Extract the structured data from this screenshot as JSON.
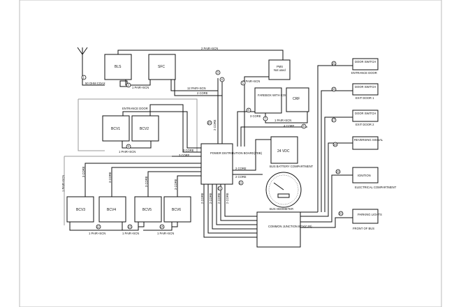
{
  "labels": {
    "bls": "BLS",
    "sfc": "SFC",
    "pms": "PMS",
    "pms_note": "Not used",
    "coax": "50 OHM COAX",
    "pair_scn_top": "2 PAIR+SCN",
    "pair_scn_bls": "1 PAIR+SCN",
    "pair_scn_12": "12 PAIR+SCN",
    "core_2a": "2 CORE",
    "pair_scn_3": "3 PAIR+SCN",
    "farebox": "FAREBOX WITH COIN BOX",
    "crf": "CRF",
    "core_3a": "3 CORE",
    "pair_scn_crf": "1 PAIR+SCN",
    "core_4": "4 CORE",
    "entrance_door": "ENTRANCE DOOR",
    "bcv1": "BCV1",
    "bcv2": "BCV2",
    "pair_scn_bcv": "1 PAIR+SCN",
    "core_3b": "3 CORE",
    "core_3c": "3 CORE",
    "pdb": "POWER DISTRIBUTION BOARD(PDB)",
    "vdc24": "24 VDC",
    "battery": "BUS BATTERY COMPARTMENT",
    "core_2b": "2 CORE",
    "core_2c": "2 CORE",
    "odometer": "BUS ODOMETER",
    "pair_scn_left": "1 PAIR+SCN",
    "bcv3": "BCV3",
    "bcv4": "BCV4",
    "bcv5": "BCV5",
    "bcv6": "BCV6",
    "core_3d": "3 CORE",
    "core_3e": "3 CORE",
    "core_3f": "3 CORE",
    "core_3g": "3 CORE",
    "pair_scn_b1": "1 PAIR+SCN",
    "pair_scn_b2": "1 PAIR+SCN",
    "pair_scn_b3": "1 PAIR+SCN",
    "cjb": "COMMON JUNCTION BOX(CJB)",
    "door_switch": "DOOR SWITCH",
    "entrance_door_r": "ENTRANCE DOOR",
    "exit_door_1": "EXIT DOOR 1",
    "exit_door_2": "EXIT DOOR 2",
    "reversing": "REVERSING SIGNAL",
    "ignition": "IGNITION",
    "elec_comp": "ELECTRICAL COMPARTMENT",
    "parking": "PARKING LIGHTS",
    "front_bus": "FRONT OF BUS",
    "vert_2core": "2 CORE",
    "vert_a": "2 CORE",
    "vert_b": "2 CORE",
    "vert_c": "2 CORE",
    "vert_d": "2 CORE"
  },
  "markers": [
    "1",
    "2",
    "3",
    "4",
    "5",
    "6",
    "7",
    "8",
    "9",
    "10",
    "11",
    "12",
    "13",
    "14",
    "15",
    "16",
    "17",
    "18",
    "19",
    "20",
    "21"
  ]
}
